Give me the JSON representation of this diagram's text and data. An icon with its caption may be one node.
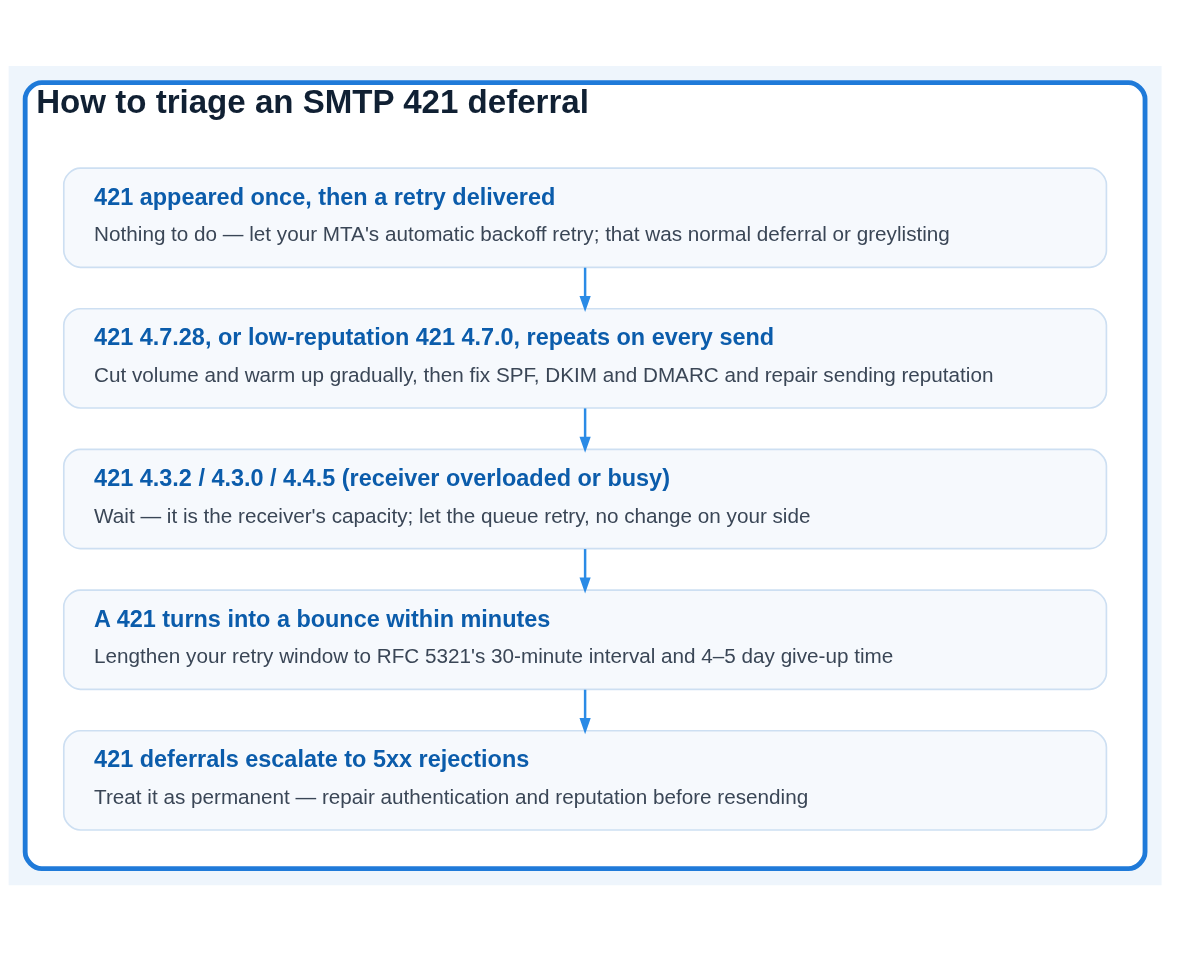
{
  "diagram": {
    "nodes": [
      {
        "text": [
          "How to triage an SMTP 421 deferral"
        ]
      },
      {
        "text": [
          "421 appeared once, then a retry delivered",
          "Nothing to do — let your MTA's automatic backoff retry; that was normal deferral or greylisting"
        ],
        "in": 0
      },
      {
        "text": [
          "421 4.7.28, or low-reputation 421 4.7.0, repeats on every send",
          "Cut volume and warm up gradually, then fix SPF, DKIM and DMARC and repair sending reputation"
        ],
        "in": 0
      },
      {
        "text": [
          "421 4.3.2 / 4.3.0 / 4.4.5 (receiver overloaded or busy)",
          "Wait — it is the receiver's capacity; let the queue retry, no change on your side"
        ],
        "in": 0
      },
      {
        "text": [
          "A 421 turns into a bounce within minutes",
          "Lengthen your retry window to RFC 5321's 30-minute interval and 4–5 day give-up time"
        ],
        "in": 0
      },
      {
        "text": [
          "421 deferrals escalate to 5xx rejections",
          "Treat it as permanent — repair authentication and reputation before resending"
        ],
        "in": 0
      }
    ],
    "edges": [
      {
        "from": 1,
        "to": 2,
        "arrow": "to"
      },
      {
        "from": 2,
        "to": 3,
        "arrow": "to"
      },
      {
        "from": 3,
        "to": 4,
        "arrow": "to"
      },
      {
        "from": 4,
        "to": 5,
        "arrow": "to"
      }
    ]
  }
}
